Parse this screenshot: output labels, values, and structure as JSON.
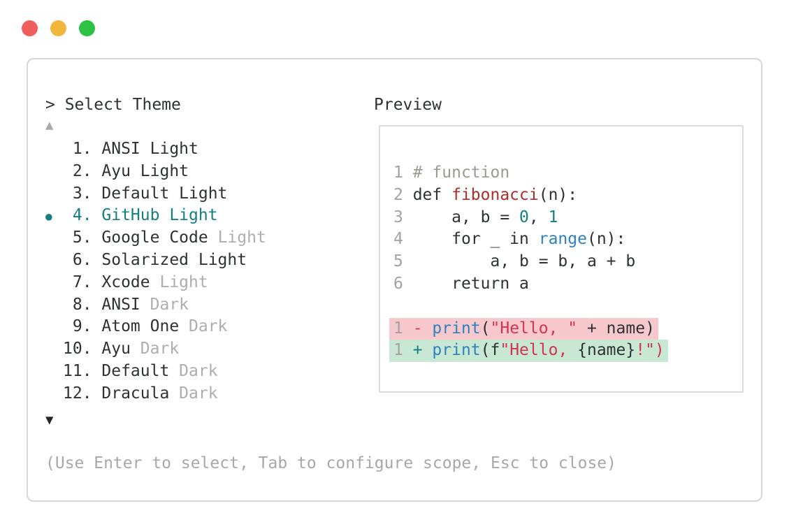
{
  "window": {
    "controls": [
      {
        "name": "close",
        "color": "#f15f5c"
      },
      {
        "name": "minimize",
        "color": "#f2b63c"
      },
      {
        "name": "zoom",
        "color": "#2cc344"
      }
    ]
  },
  "colors": {
    "accent_teal": "#147f80",
    "variant_gray": "#aeaeae",
    "hint_gray": "#a8a8a8",
    "comment": "#9a9c8c",
    "function_red": "#a9302a",
    "builtin_blue": "#2d83c0",
    "string_crimson": "#d63254",
    "diff_removed_bg": "#f7c9cc",
    "diff_added_bg": "#c9e8d3",
    "panel_border": "#d8d8d8"
  },
  "left": {
    "title": "> Select Theme",
    "scroll_up_icon": "▲",
    "scroll_down_icon": "▼",
    "selected_bullet_icon": "●",
    "items": [
      {
        "num": " 1. ",
        "name": "ANSI Light",
        "variant": "",
        "selected": false
      },
      {
        "num": " 2. ",
        "name": "Ayu Light",
        "variant": "",
        "selected": false
      },
      {
        "num": " 3. ",
        "name": "Default Light",
        "variant": "",
        "selected": false
      },
      {
        "num": " 4. ",
        "name": "GitHub Light",
        "variant": "",
        "selected": true
      },
      {
        "num": " 5. ",
        "name": "Google Code",
        "variant": "Light",
        "selected": false
      },
      {
        "num": " 6. ",
        "name": "Solarized Light",
        "variant": "",
        "selected": false
      },
      {
        "num": " 7. ",
        "name": "Xcode",
        "variant": "Light",
        "selected": false
      },
      {
        "num": " 8. ",
        "name": "ANSI",
        "variant": "Dark",
        "selected": false
      },
      {
        "num": " 9. ",
        "name": "Atom One",
        "variant": "Dark",
        "selected": false
      },
      {
        "num": "10. ",
        "name": "Ayu",
        "variant": "Dark",
        "selected": false
      },
      {
        "num": "11. ",
        "name": "Default",
        "variant": "Dark",
        "selected": false
      },
      {
        "num": "12. ",
        "name": "Dracula",
        "variant": "Dark",
        "selected": false
      }
    ],
    "hint": "(Use Enter to select, Tab to configure scope, Esc to close)"
  },
  "preview": {
    "title": "Preview",
    "code_lines": [
      {
        "num": "1",
        "bg": "",
        "tokens": [
          {
            "t": "# function",
            "c": "comment"
          }
        ]
      },
      {
        "num": "2",
        "bg": "",
        "tokens": [
          {
            "t": "def ",
            "c": "text"
          },
          {
            "t": "fibonacci",
            "c": "func"
          },
          {
            "t": "(n):",
            "c": "text"
          }
        ]
      },
      {
        "num": "3",
        "bg": "",
        "tokens": [
          {
            "t": "    a, b = ",
            "c": "text"
          },
          {
            "t": "0",
            "c": "number"
          },
          {
            "t": ", ",
            "c": "text"
          },
          {
            "t": "1",
            "c": "number"
          }
        ]
      },
      {
        "num": "4",
        "bg": "",
        "tokens": [
          {
            "t": "    for _ in ",
            "c": "text"
          },
          {
            "t": "range",
            "c": "builtin"
          },
          {
            "t": "(n):",
            "c": "text"
          }
        ]
      },
      {
        "num": "5",
        "bg": "",
        "tokens": [
          {
            "t": "        a, b = b, a + b",
            "c": "text"
          }
        ]
      },
      {
        "num": "6",
        "bg": "",
        "tokens": [
          {
            "t": "    return a",
            "c": "text"
          }
        ]
      },
      {
        "num": "",
        "bg": "",
        "tokens": []
      },
      {
        "num": "1",
        "bg": "removed",
        "tokens": [
          {
            "t": "- ",
            "c": "string"
          },
          {
            "t": "print",
            "c": "builtin"
          },
          {
            "t": "(",
            "c": "text"
          },
          {
            "t": "\"Hello, \"",
            "c": "string"
          },
          {
            "t": " + name)",
            "c": "text"
          }
        ]
      },
      {
        "num": "1",
        "bg": "added",
        "tokens": [
          {
            "t": "+ ",
            "c": "number"
          },
          {
            "t": "print",
            "c": "builtin"
          },
          {
            "t": "(f",
            "c": "text"
          },
          {
            "t": "\"Hello, ",
            "c": "string"
          },
          {
            "t": "{name}",
            "c": "text"
          },
          {
            "t": "!\")",
            "c": "string"
          }
        ]
      }
    ]
  }
}
